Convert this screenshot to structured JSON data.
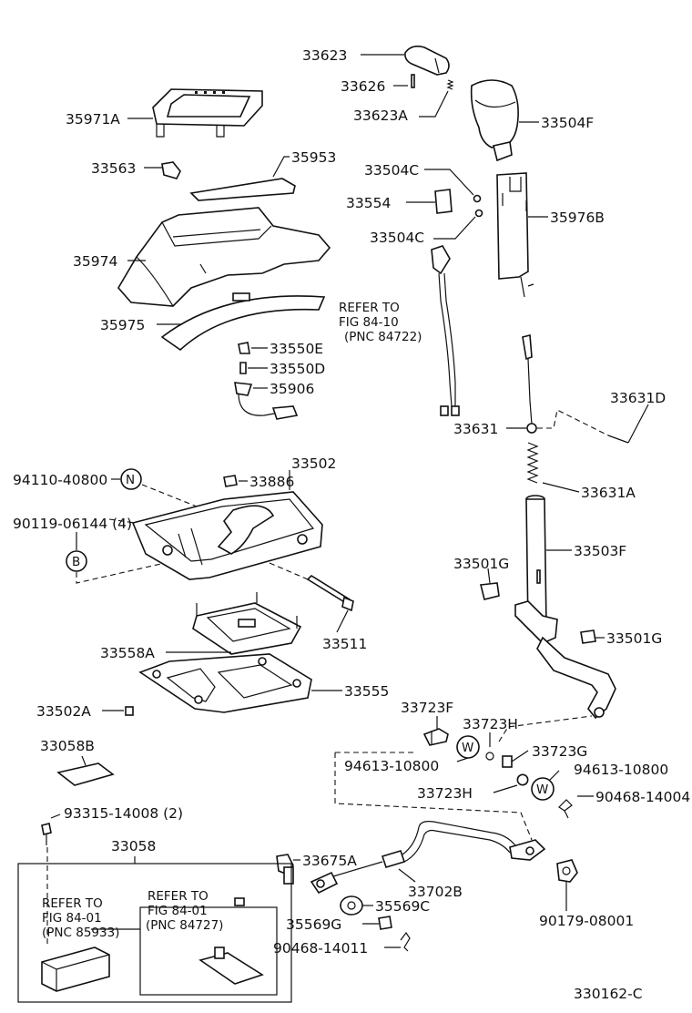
{
  "diagram_code": "330162-C",
  "parts": {
    "p33623": "33623",
    "p33626": "33626",
    "p33623A": "33623A",
    "p33504F": "33504F",
    "p35971A": "35971A",
    "p33563": "33563",
    "p35953": "35953",
    "p33504C_1": "33504C",
    "p33554": "33554",
    "p35976B": "35976B",
    "p33504C_2": "33504C",
    "p35974": "35974",
    "p35975": "35975",
    "p33550E": "33550E",
    "p33550D": "33550D",
    "p35906": "35906",
    "p33631D": "33631D",
    "p33631": "33631",
    "p33502": "33502",
    "p94110": "94110-40800",
    "p33886": "33886",
    "p33631A": "33631A",
    "p90119": "90119-06144 (4)",
    "p33503F": "33503F",
    "p33501G_1": "33501G",
    "p33501G_2": "33501G",
    "p33511": "33511",
    "p33558A": "33558A",
    "p33555": "33555",
    "p33502A": "33502A",
    "p33723F": "33723F",
    "p33723H_1": "33723H",
    "p33058B": "33058B",
    "p94613_1": "94613-10800",
    "p33723G": "33723G",
    "p94613_2": "94613-10800",
    "p33723H_2": "33723H",
    "p90468_14004": "90468-14004",
    "p93315": "93315-14008 (2)",
    "p33058": "33058",
    "p33675A": "33675A",
    "p33702B": "33702B",
    "p35569C": "35569C",
    "p35569G": "35569G",
    "p90468_14011": "90468-14011",
    "p90179": "90179-08001"
  },
  "markers": {
    "N": "N",
    "B": "B",
    "W1": "W",
    "W2": "W"
  },
  "refs": {
    "r84722": [
      "REFER TO",
      "FIG 84-10",
      "(PNC 84722)"
    ],
    "r85933": [
      "REFER TO",
      "FIG 84-01",
      "(PNC 85933)"
    ],
    "r84727": [
      "REFER TO",
      "FIG 84-01",
      "(PNC 84727)"
    ]
  }
}
